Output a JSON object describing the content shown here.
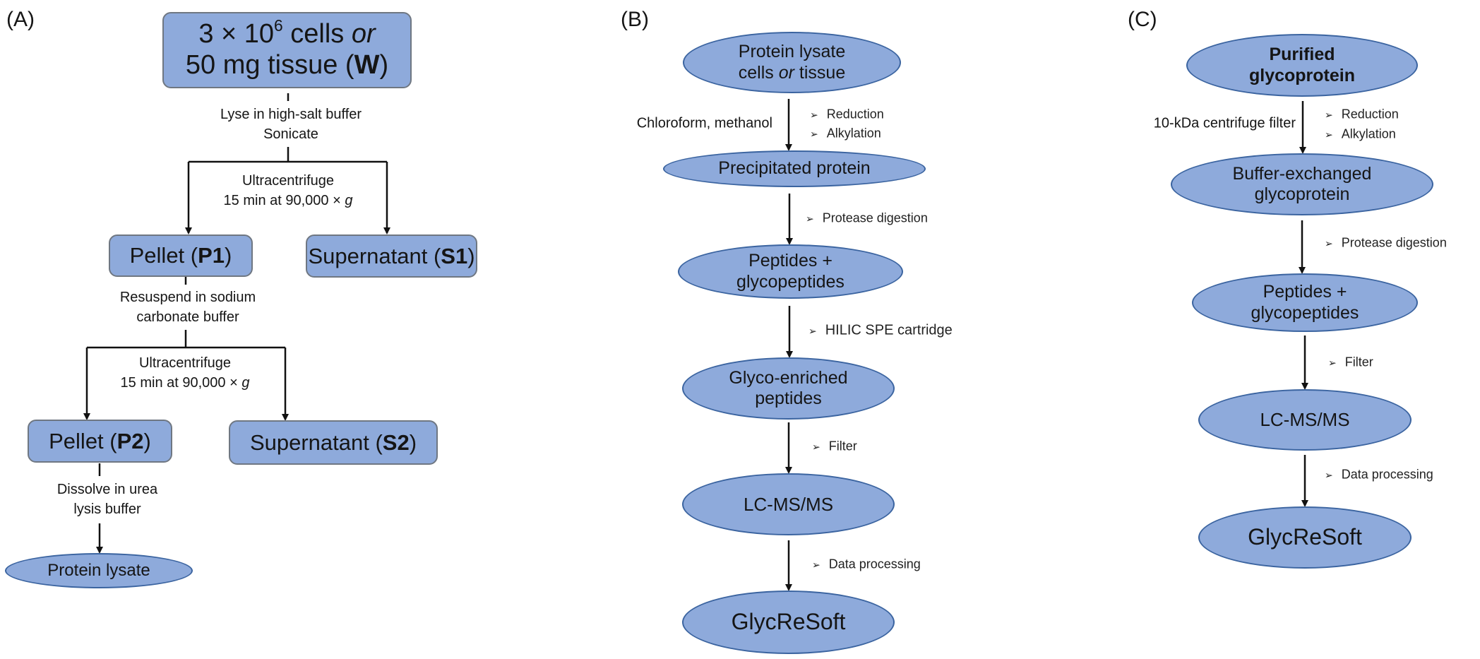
{
  "colors": {
    "node_fill": "#8eaadb",
    "ellipse_border": "#3b64a0",
    "box_border": "#6f7782",
    "arrow": "#111111"
  },
  "panel_a": {
    "label": "(A)",
    "start": {
      "l1_a": "3 × 10",
      "l1_sup": "6",
      "l1_b": " cells ",
      "l1_or": "or",
      "l2_a": "50 mg tissue (",
      "l2_bold": "W",
      "l2_b": ")"
    },
    "step1": [
      "Lyse in high-salt buffer",
      "Sonicate"
    ],
    "step2": [
      "Ultracentrifuge",
      "15 min at 90,000 × ",
      "g"
    ],
    "p1": {
      "a": "Pellet (",
      "bold": "P1",
      "b": ")"
    },
    "s1": {
      "a": "Supernatant (",
      "bold": "S1",
      "b": ")"
    },
    "step3": [
      "Resuspend in sodium",
      "carbonate buffer"
    ],
    "step4": [
      "Ultracentrifuge",
      "15 min at 90,000 × ",
      "g"
    ],
    "p2": {
      "a": "Pellet (",
      "bold": "P2",
      "b": ")"
    },
    "s2": {
      "a": "Supernatant (",
      "bold": "S2",
      "b": ")"
    },
    "step5": [
      "Dissolve in urea",
      "lysis buffer"
    ],
    "end": "Protein lysate"
  },
  "panel_b": {
    "label": "(B)",
    "start": {
      "l1": "Protein lysate",
      "l2_a": "cells ",
      "l2_or": "or",
      "l2_b": " tissue"
    },
    "side_note": "Chloroform, methanol",
    "steps1": [
      "Reduction",
      "Alkylation"
    ],
    "node2": "Precipitated protein",
    "step2": "Protease digestion",
    "node3": [
      "Peptides +",
      "glycopeptides"
    ],
    "step3": "HILIC SPE cartridge",
    "node4": [
      "Glyco-enriched",
      "peptides"
    ],
    "step4": "Filter",
    "node5": "LC-MS/MS",
    "step5": "Data processing",
    "node6": "GlycReSoft"
  },
  "panel_c": {
    "label": "(C)",
    "start": [
      "Purified",
      "glycoprotein"
    ],
    "side_note": "10-kDa centrifuge filter",
    "steps1": [
      "Reduction",
      "Alkylation"
    ],
    "node2": [
      "Buffer-exchanged",
      "glycoprotein"
    ],
    "step2": "Protease digestion",
    "node3": [
      "Peptides +",
      "glycopeptides"
    ],
    "step3": "Filter",
    "node4": "LC-MS/MS",
    "step4": "Data processing",
    "node5": "GlycReSoft"
  },
  "icons": {
    "bullet": "arrowhead-bullet-icon"
  }
}
